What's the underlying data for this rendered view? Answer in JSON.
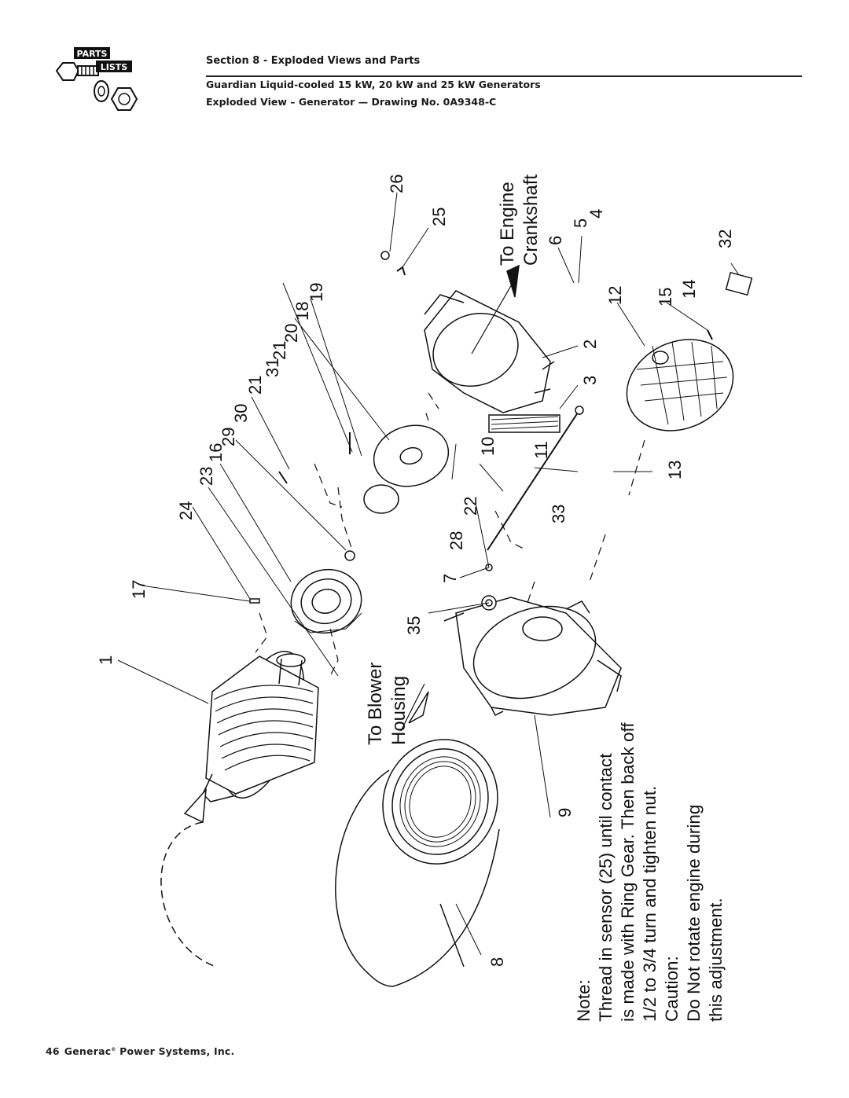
{
  "header": {
    "logo_top": "PARTS",
    "logo_bottom": "LISTS",
    "section": "Section 8 - Exploded Views and Parts",
    "subtitle1": "Guardian Liquid-cooled 15 kW, 20 kW and 25 kW Generators",
    "subtitle2": "Exploded View – Generator — Drawing No. 0A9348-C"
  },
  "callouts": [
    "26",
    "25",
    "5",
    "4",
    "6",
    "32",
    "12",
    "15",
    "14",
    "19",
    "18",
    "20",
    "21",
    "31",
    "21",
    "30",
    "29",
    "16",
    "23",
    "24",
    "2",
    "3",
    "10",
    "11",
    "13",
    "22",
    "28",
    "33",
    "7",
    "35",
    "17",
    "1",
    "9",
    "8"
  ],
  "labels": {
    "engine_1": "To Engine",
    "engine_2": "Crankshaft",
    "blower_1": "To Blower",
    "blower_2": "Housing"
  },
  "note": {
    "title": "Note:",
    "line1": "Thread in sensor (25) until contact",
    "line2": "is made with Ring Gear.  Then back off",
    "line3": "1/2 to 3/4 turn and tighten nut.",
    "caution": "Caution:",
    "line4": "Do Not rotate engine during",
    "line5": "this adjustment."
  },
  "footer": {
    "page": "46",
    "company_a": "Generac",
    "reg": "®",
    "company_b": " Power Systems, Inc."
  }
}
